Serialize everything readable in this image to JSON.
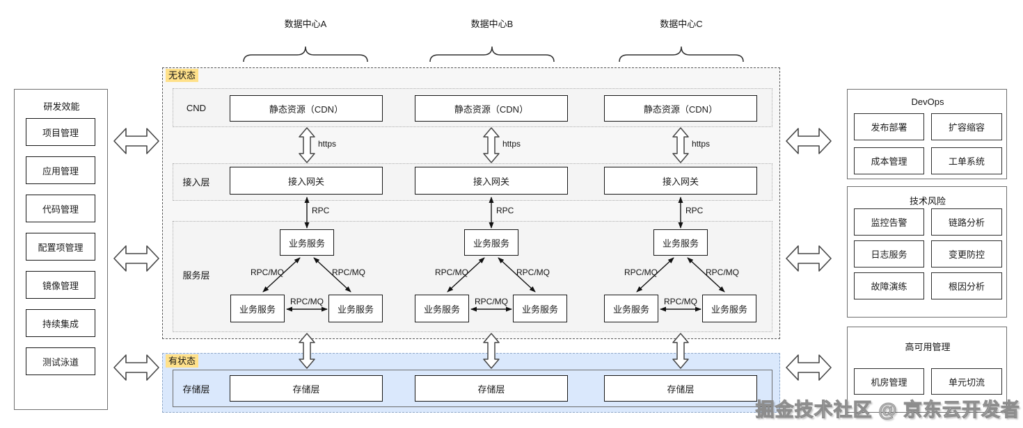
{
  "page": {
    "watermark": "掘金技术社区 @ 京东云开发者"
  },
  "datacenters": [
    {
      "label": "数据中心A"
    },
    {
      "label": "数据中心B"
    },
    {
      "label": "数据中心C"
    }
  ],
  "left_panel": {
    "title": "研发效能",
    "items": [
      "项目管理",
      "应用管理",
      "代码管理",
      "配置项管理",
      "镜像管理",
      "持续集成",
      "测试泳道"
    ]
  },
  "stateless": {
    "tag": "无状态",
    "cdn_row": {
      "label": "CND",
      "box_label": "静态资源（CDN）"
    },
    "access_row": {
      "label": "接入层",
      "box_label": "接入网关"
    },
    "service_row": {
      "label": "服务层",
      "box_label": "业务服务"
    }
  },
  "stateful": {
    "tag": "有状态",
    "storage_row": {
      "label": "存储层",
      "box_label": "存储层"
    }
  },
  "connectors": {
    "https": "https",
    "rpc": "RPC",
    "rpc_mq": "RPC/MQ"
  },
  "right_panels": [
    {
      "title": "DevOps",
      "items": [
        "发布部署",
        "扩容缩容",
        "成本管理",
        "工单系统"
      ]
    },
    {
      "title": "技术风险",
      "items": [
        "监控告警",
        "链路分析",
        "日志服务",
        "变更防控",
        "故障演练",
        "根因分析"
      ]
    },
    {
      "title": "高可用管理",
      "items": [
        "机房管理",
        "单元切流"
      ]
    }
  ],
  "colors": {
    "stateful_bg": "#dae8fc",
    "tag_bg": "#ffe18a",
    "region_bg": "#f7f7f7"
  }
}
